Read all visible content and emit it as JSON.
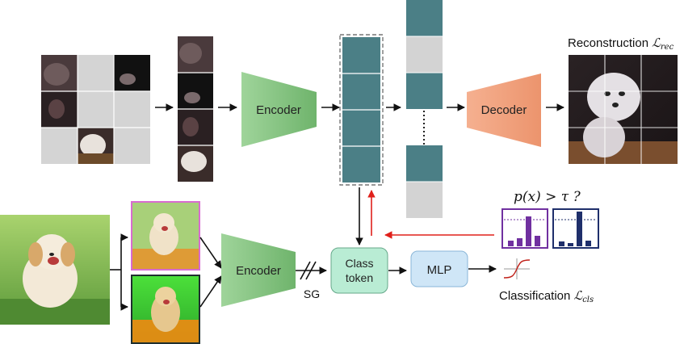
{
  "top": {
    "encoder_label": "Encoder",
    "decoder_label": "Decoder",
    "reconstruction_label": "Reconstruction",
    "reconstruction_loss": "ℒ",
    "reconstruction_loss_sub": "rec"
  },
  "bottom": {
    "encoder_label": "Encoder",
    "stop_grad_label": "SG",
    "class_token_line1": "Class",
    "class_token_line2": "token",
    "mlp_label": "MLP",
    "classification_label": "Classification",
    "classification_loss": "ℒ",
    "classification_loss_sub": "cls",
    "threshold_formula": "p(x) > τ ?"
  },
  "colors": {
    "encoder": "#8fca8a",
    "decoder": "#f0a27f",
    "token": "#4b7f86",
    "token_masked": "#d3d3d3",
    "class_token": "#b9ecd4",
    "mlp": "#cfe6f7",
    "histogram_purple": "#7030a0",
    "histogram_navy": "#1f2f6b",
    "red_arrow": "#e0201b"
  }
}
